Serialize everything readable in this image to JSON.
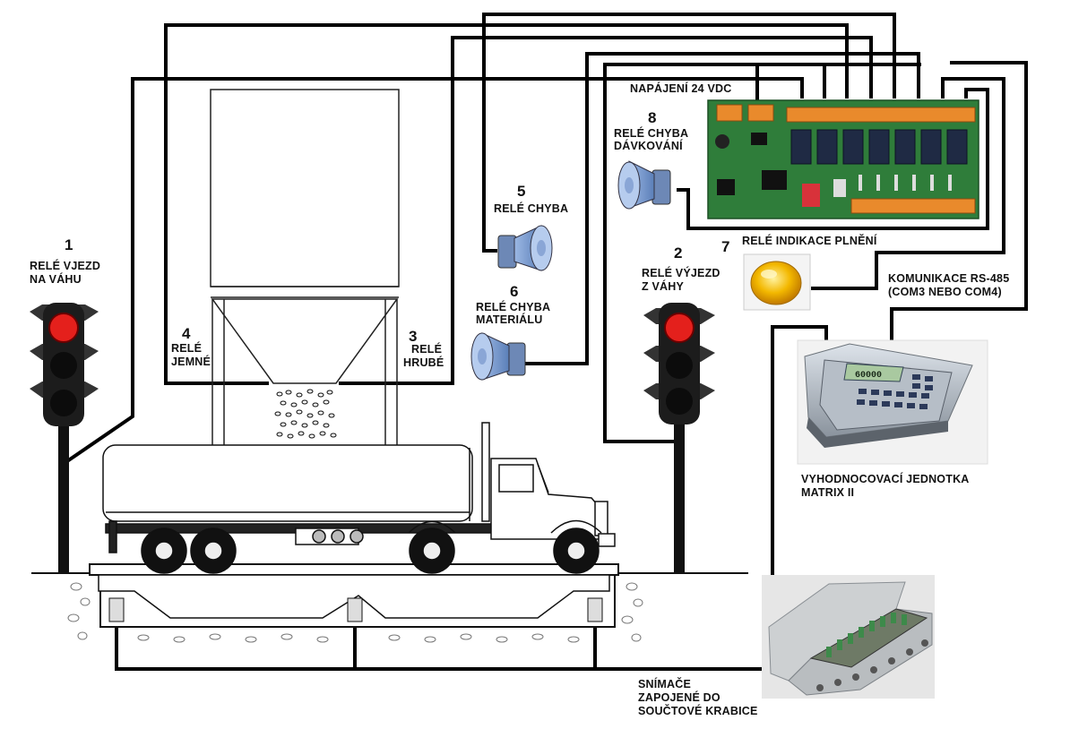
{
  "colors": {
    "wire": "#000000",
    "signal_red": "#e4201c",
    "board_green": "#2f7d3a",
    "terminal_orange": "#e98a2c",
    "lamp_yellow": "#f0b400",
    "horn_blue": "#7a9fd0"
  },
  "labels": {
    "relay1": {
      "num": "1",
      "line1": "RELÉ VJEZD",
      "line2": "NA VÁHU"
    },
    "relay2": {
      "num": "2",
      "line1": "RELÉ VÝJEZD",
      "line2": "Z VÁHY"
    },
    "relay3": {
      "num": "3",
      "line1": "RELÉ",
      "line2": "HRUBÉ"
    },
    "relay4": {
      "num": "4",
      "line1": "RELÉ",
      "line2": "JEMNÉ"
    },
    "relay5": {
      "num": "5",
      "line1": "RELÉ CHYBA"
    },
    "relay6": {
      "num": "6",
      "line1": "RELÉ CHYBA",
      "line2": "MATERIÁLU"
    },
    "relay7": {
      "num": "7",
      "line1": "RELÉ INDIKACE PLNĚNÍ"
    },
    "relay8": {
      "num": "8",
      "line1": "RELÉ CHYBA",
      "line2": "DÁVKOVÁNÍ"
    },
    "power": "NAPÁJENÍ 24 VDC",
    "comm": {
      "line1": "KOMUNIKACE RS-485",
      "line2": "(COM3 NEBO COM4)"
    },
    "unit": {
      "line1": "VYHODNOCOVACÍ JEDNOTKA",
      "line2": "MATRIX II"
    },
    "sensors": {
      "line1": "SNÍMAČE",
      "line2": "ZAPOJENÉ DO",
      "line3": "SOUČTOVÉ KRABICE"
    },
    "display_value": "60000"
  },
  "icons": {
    "traffic_light": "traffic-light-icon",
    "horn": "siren-horn-icon",
    "lamp": "indicator-lamp-icon",
    "board": "relay-board-icon",
    "terminal": "weighing-terminal-icon",
    "junction_box": "junction-box-icon",
    "truck": "tanker-truck-icon",
    "silo": "silo-icon"
  }
}
